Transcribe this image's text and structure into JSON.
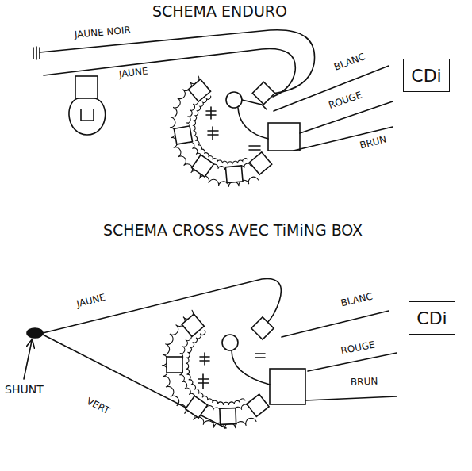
{
  "diagram": {
    "nodes": [
      {
        "text": [
          "CDi"
        ]
      },
      {
        "text": [
          "CDi"
        ]
      }
    ],
    "labels": [
      "SCHEMA ENDURO",
      "JAUNE NOIR",
      "JAUNE",
      "BLANC",
      "ROUGE",
      "BRUN",
      "SCHEMA CROSS AVEC TiMiNG BOX",
      "JAUNE",
      "BLANC",
      "ROUGE",
      "BRUN",
      "SHUNT",
      "VERT"
    ]
  }
}
